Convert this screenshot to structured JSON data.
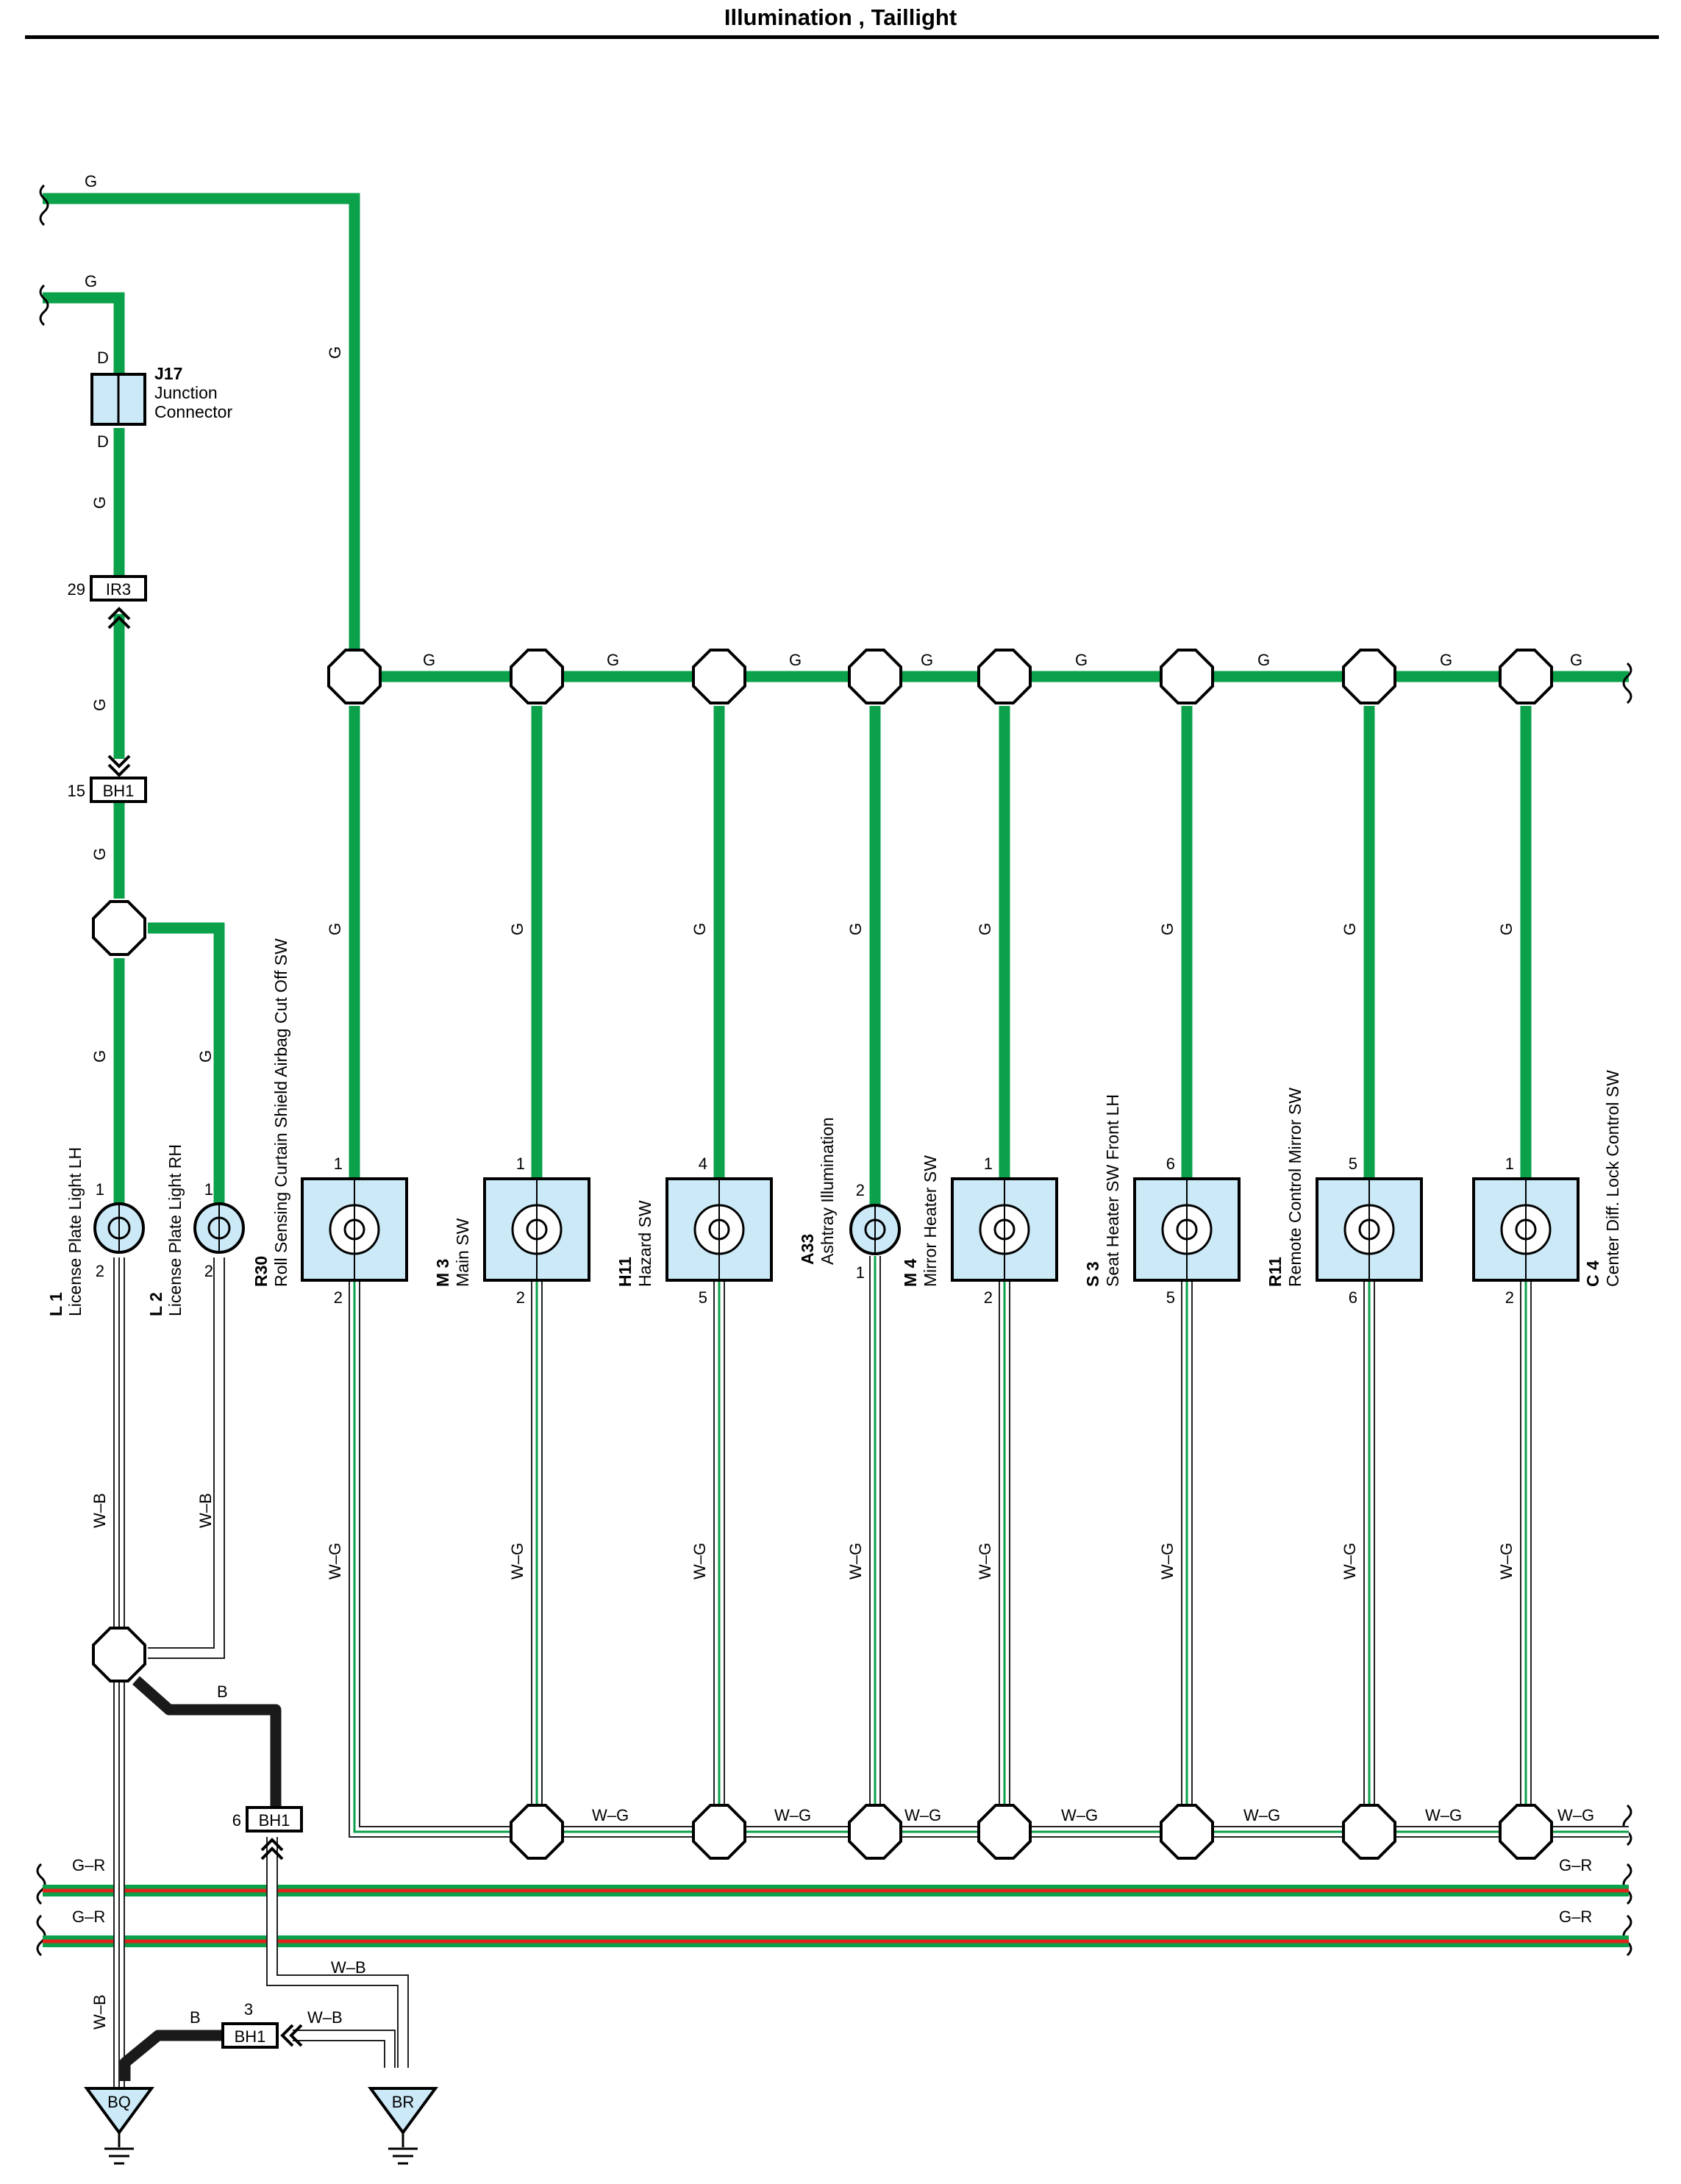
{
  "title": "Illumination , Taillight",
  "colors": {
    "green": "#0aa14a",
    "red": "#e2231a",
    "black": "#1a1a1a",
    "connector_fill": "#cbe9f7"
  },
  "wires": {
    "g": "G",
    "wg": "W–G",
    "wb": "W–B",
    "b": "B",
    "gr": "G–R"
  },
  "junction_connector": {
    "code": "J17",
    "name1": "Junction",
    "name2": "Connector",
    "pin_top": "D",
    "pin_bottom": "D"
  },
  "inline_connectors": {
    "ir3": {
      "code": "IR3",
      "pin": "29"
    },
    "bh1_a": {
      "code": "BH1",
      "pin": "15"
    },
    "bh1_b": {
      "code": "BH1",
      "pin": "6"
    },
    "bh1_c": {
      "code": "BH1",
      "pin": "3"
    }
  },
  "grounds": {
    "bq": "BQ",
    "br": "BR"
  },
  "lights": [
    {
      "code": "L 1",
      "name": "License Plate Light LH",
      "pin_top": "1",
      "pin_bottom": "2"
    },
    {
      "code": "L 2",
      "name": "License Plate Light RH",
      "pin_top": "1",
      "pin_bottom": "2"
    }
  ],
  "components": [
    {
      "code": "R30",
      "name": "Roll Sensing Curtain Shield Airbag Cut Off SW",
      "pin_top": "1",
      "pin_bottom": "2"
    },
    {
      "code": "M 3",
      "name": "Main SW",
      "pin_top": "1",
      "pin_bottom": "2"
    },
    {
      "code": "H11",
      "name": "Hazard SW",
      "pin_top": "4",
      "pin_bottom": "5"
    },
    {
      "code": "A33",
      "name": "Ashtray Illumination",
      "pin_top": "2",
      "pin_bottom": "1"
    },
    {
      "code": "M 4",
      "name": "Mirror Heater SW",
      "pin_top": "1",
      "pin_bottom": "2"
    },
    {
      "code": "S 3",
      "name": "Seat Heater SW Front LH",
      "pin_top": "6",
      "pin_bottom": "5"
    },
    {
      "code": "R11",
      "name": "Remote Control Mirror SW",
      "pin_top": "5",
      "pin_bottom": "6"
    },
    {
      "code": "C 4",
      "name": "Center Diff.  Lock Control SW",
      "pin_top": "1",
      "pin_bottom": "2"
    }
  ]
}
